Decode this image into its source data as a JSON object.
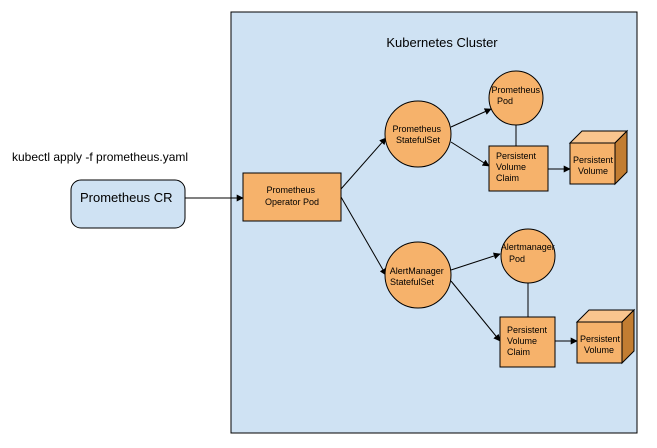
{
  "cluster": {
    "title": "Kubernetes Cluster"
  },
  "command": {
    "text": "kubectl apply -f prometheus.yaml"
  },
  "nodes": {
    "prometheus_cr": {
      "label": "Prometheus CR"
    },
    "operator_pod": {
      "line1": "Prometheus",
      "line2": "Operator Pod"
    },
    "prometheus_statefulset": {
      "line1": "Prometheus",
      "line2": "StatefulSet"
    },
    "prometheus_pod": {
      "line1": "Prometheus",
      "line2": "Pod"
    },
    "prometheus_pvc": {
      "line1": "Persistent",
      "line2": "Volume",
      "line3": "Claim"
    },
    "prometheus_pv": {
      "line1": "Persistent",
      "line2": "Volume"
    },
    "alertmanager_statefulset": {
      "line1": "AlertManager",
      "line2": "StatefulSet"
    },
    "alertmanager_pod": {
      "line1": "Alertmanager",
      "line2": "Pod"
    },
    "alertmanager_pvc": {
      "line1": "Persistent",
      "line2": "Volume",
      "line3": "Claim"
    },
    "alertmanager_pv": {
      "line1": "Persistent",
      "line2": "Volume"
    }
  },
  "colors": {
    "cluster_fill": "#cfe2f3",
    "cr_fill": "#cfe2f3",
    "node_fill": "#f6b26b",
    "cube_side": "#c27d32",
    "cube_top": "#f9c58e",
    "stroke": "#000000"
  }
}
